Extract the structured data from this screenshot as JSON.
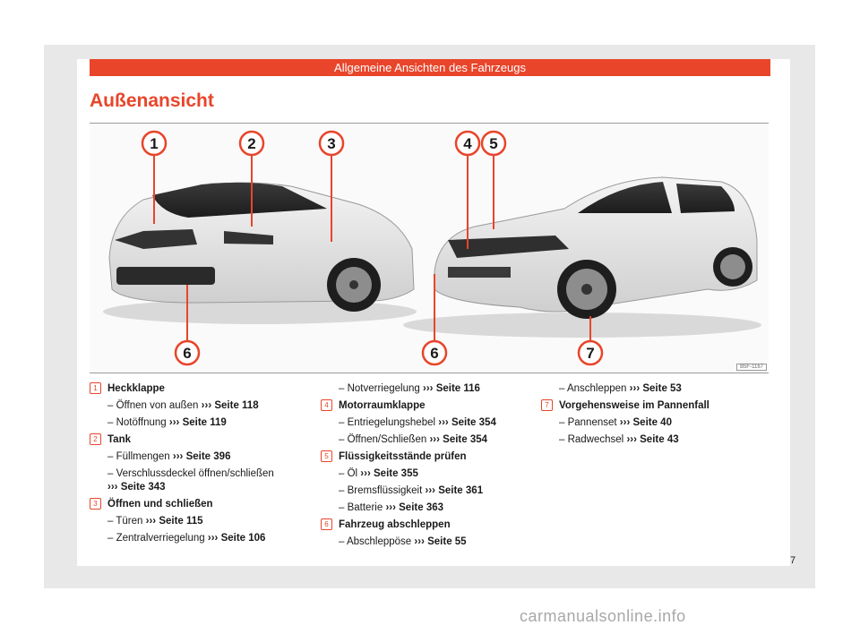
{
  "header": {
    "chapter": "Allgemeine Ansichten des Fahrzeugs"
  },
  "title": "Außenansicht",
  "figure": {
    "code": "B5F-1167",
    "callouts": [
      "1",
      "2",
      "3",
      "4",
      "5",
      "6",
      "6",
      "7"
    ]
  },
  "items": [
    {
      "num": "1",
      "title": "Heckklappe",
      "lines": [
        {
          "text": "– Öffnen von außen",
          "ref": "Seite 118"
        },
        {
          "text": "– Notöffnung",
          "ref": "Seite 119"
        }
      ]
    },
    {
      "num": "2",
      "title": "Tank",
      "lines": [
        {
          "text": "– Füllmengen",
          "ref": "Seite 396"
        },
        {
          "text": "– Verschlussdeckel öffnen/schließen",
          "ref": "Seite 343"
        }
      ]
    },
    {
      "num": "3",
      "title": "Öffnen und schließen",
      "lines": [
        {
          "text": "– Türen",
          "ref": "Seite 115"
        },
        {
          "text": "– Zentralverriegelung",
          "ref": "Seite 106"
        }
      ]
    },
    {
      "num": "",
      "title": "",
      "lines": [
        {
          "text": "– Notverriegelung",
          "ref": "Seite 116"
        }
      ]
    },
    {
      "num": "4",
      "title": "Motorraumklappe",
      "lines": [
        {
          "text": "– Entriegelungshebel",
          "ref": "Seite 354"
        },
        {
          "text": "– Öffnen/Schließen",
          "ref": "Seite 354"
        }
      ]
    },
    {
      "num": "5",
      "title": "Flüssigkeitsstände prüfen",
      "lines": [
        {
          "text": "– Öl",
          "ref": "Seite 355"
        },
        {
          "text": "– Bremsflüssigkeit",
          "ref": "Seite 361"
        },
        {
          "text": "– Batterie",
          "ref": "Seite 363"
        }
      ]
    },
    {
      "num": "6",
      "title": "Fahrzeug abschleppen",
      "lines": [
        {
          "text": "– Abschleppöse",
          "ref": "Seite 55"
        }
      ]
    },
    {
      "num": "",
      "title": "",
      "lines": [
        {
          "text": "– Anschleppen",
          "ref": "Seite 53"
        }
      ]
    },
    {
      "num": "7",
      "title": "Vorgehensweise im Pannenfall",
      "lines": [
        {
          "text": "– Pannenset",
          "ref": "Seite 40"
        },
        {
          "text": "– Radwechsel",
          "ref": "Seite 43"
        }
      ]
    }
  ],
  "arrows": "›››",
  "page_number": "7",
  "watermark": "carmanualsonline.info"
}
